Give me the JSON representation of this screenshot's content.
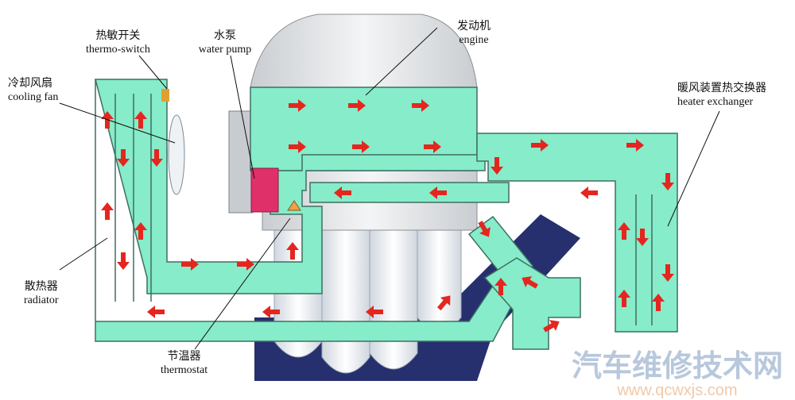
{
  "labels": {
    "thermo_switch": {
      "cn": "热敏开关",
      "en": "thermo-switch"
    },
    "water_pump": {
      "cn": "水泵",
      "en": "water pump"
    },
    "engine": {
      "cn": "发动机",
      "en": "engine"
    },
    "cooling_fan": {
      "cn": "冷却风扇",
      "en": "cooling fan"
    },
    "heater_exchanger": {
      "cn": "暖风装置热交换器",
      "en": "heater exchanger"
    },
    "radiator": {
      "cn": "散热器",
      "en": "radiator"
    },
    "thermostat": {
      "cn": "节温器",
      "en": "thermostat"
    }
  },
  "watermark": {
    "cn": "汽车维修技术网",
    "url": "www.qcwxjs.com"
  },
  "colors": {
    "coolant": "#86ecc9",
    "outline": "#3f6f62",
    "arrow": "#e4261f",
    "engine": "#d9dcdf",
    "block": "#26306e",
    "pump": "#e0306a"
  }
}
